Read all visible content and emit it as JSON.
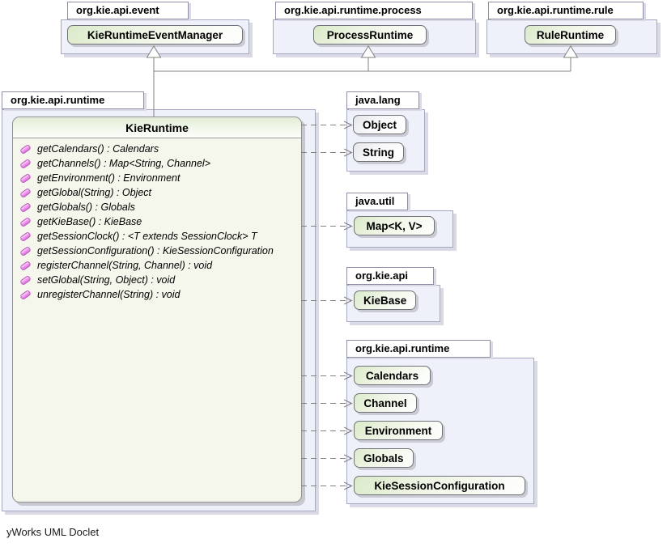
{
  "footer_label": "yWorks UML Doclet",
  "colors": {
    "interface_gradient_green": "#dbeaca",
    "class_gradient_gray": "#e6e6ea",
    "package_fill": "#eef0fa",
    "class_body_fill": "#f5f6ec",
    "method_icon_pink": "#ef93ef",
    "connector_gray": "#808080"
  },
  "packages": {
    "event": {
      "name": "org.kie.api.event",
      "type": "KieRuntimeEventManager"
    },
    "process": {
      "name": "org.kie.api.runtime.process",
      "type": "ProcessRuntime"
    },
    "rule": {
      "name": "org.kie.api.runtime.rule",
      "type": "RuleRuntime"
    },
    "main": {
      "name": "org.kie.api.runtime",
      "class": {
        "name": "KieRuntime",
        "methods": [
          "getCalendars() : Calendars",
          "getChannels() : Map<String, Channel>",
          "getEnvironment() : Environment",
          "getGlobal(String) : Object",
          "getGlobals() : Globals",
          "getKieBase() : KieBase",
          "getSessionClock() : <T extends SessionClock> T",
          "getSessionConfiguration() : KieSessionConfiguration",
          "registerChannel(String, Channel) : void",
          "setGlobal(String, Object) : void",
          "unregisterChannel(String) : void"
        ]
      }
    },
    "java_lang": {
      "name": "java.lang",
      "types": [
        "Object",
        "String"
      ]
    },
    "java_util": {
      "name": "java.util",
      "types": [
        "Map<K, V>"
      ]
    },
    "org_kie_api": {
      "name": "org.kie.api",
      "types": [
        "KieBase"
      ]
    },
    "runtime_types": {
      "name": "org.kie.api.runtime",
      "types": [
        "Calendars",
        "Channel",
        "Environment",
        "Globals",
        "KieSessionConfiguration"
      ]
    }
  }
}
